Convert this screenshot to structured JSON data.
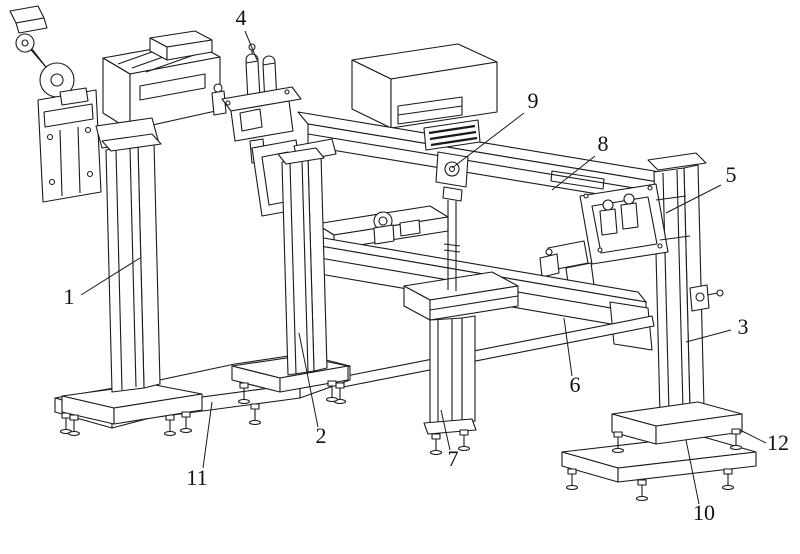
{
  "figure": {
    "type": "patent-line-drawing",
    "background_color": "#ffffff",
    "line_color": "#1a1a1a",
    "label_color": "#111111",
    "description": "Isometric patent-style line drawing of an automated clamping and positioning machine with columns, beams, bases and numbered callouts"
  },
  "callouts": [
    {
      "label": "1"
    },
    {
      "label": "2"
    },
    {
      "label": "3"
    },
    {
      "label": "4"
    },
    {
      "label": "5"
    },
    {
      "label": "6"
    },
    {
      "label": "7"
    },
    {
      "label": "8"
    },
    {
      "label": "9"
    },
    {
      "label": "10"
    },
    {
      "label": "11"
    },
    {
      "label": "12"
    }
  ]
}
